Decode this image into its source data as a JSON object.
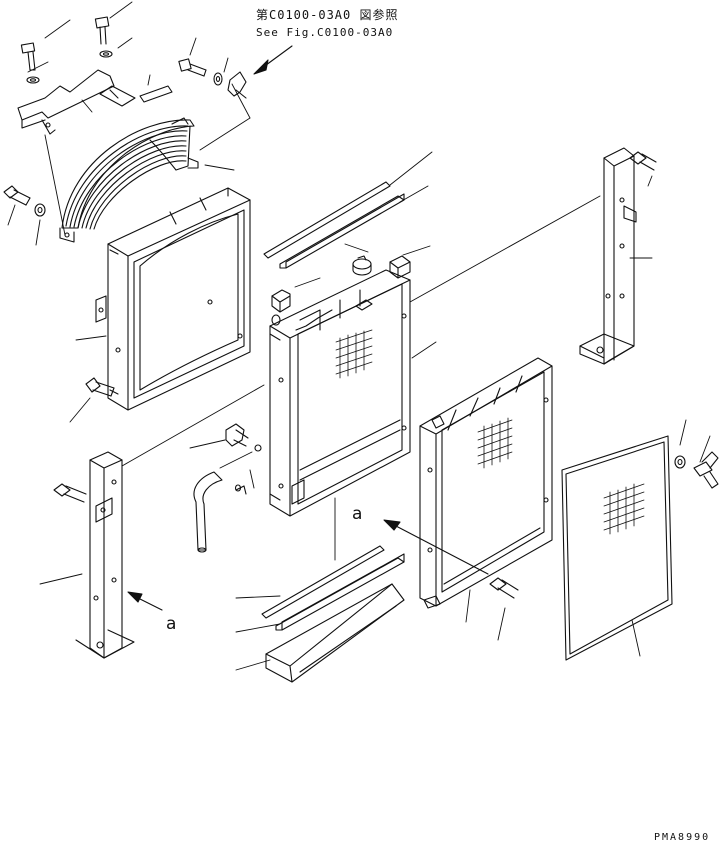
{
  "diagram": {
    "reference_jp": "第C0100-03A0 図参照",
    "reference_en": "See Fig.C0100-03A0",
    "drawing_code": "PMA8990",
    "view_labels": [
      "a",
      "a"
    ]
  }
}
